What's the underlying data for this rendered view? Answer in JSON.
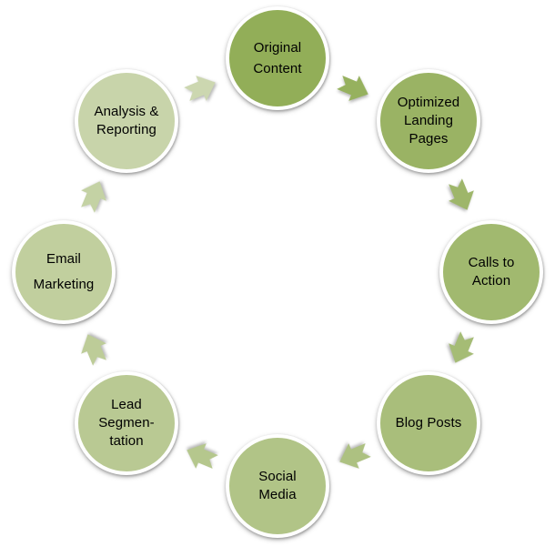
{
  "cycle": {
    "background_color": "#FFFFFF",
    "text_color": "#000000",
    "nodes": [
      {
        "id": "original-content",
        "label": "Original\nContent",
        "color": "#92AE58"
      },
      {
        "id": "optimized-landing-pages",
        "label": "Optimized\nLanding\nPages",
        "color": "#9AB364"
      },
      {
        "id": "calls-to-action",
        "label": "Calls to\nAction",
        "color": "#A1B96F"
      },
      {
        "id": "blog-posts",
        "label": "Blog Posts",
        "color": "#A9BE7B"
      },
      {
        "id": "social-media",
        "label": "Social\nMedia",
        "color": "#B1C487"
      },
      {
        "id": "lead-segmentation",
        "label": "Lead\nSegmen-\ntation",
        "color": "#B9C993"
      },
      {
        "id": "email-marketing",
        "label": "Email\nMarketing",
        "color": "#C1CF9E"
      },
      {
        "id": "analysis-reporting",
        "label": "Analysis &\nReporting",
        "color": "#C8D4AA"
      }
    ],
    "arrows": [
      {
        "id": "arrow-1",
        "from": "original-content",
        "to": "optimized-landing-pages",
        "color": "#96B15E"
      },
      {
        "id": "arrow-2",
        "from": "optimized-landing-pages",
        "to": "calls-to-action",
        "color": "#9EB66A"
      },
      {
        "id": "arrow-3",
        "from": "calls-to-action",
        "to": "blog-posts",
        "color": "#A5BC75"
      },
      {
        "id": "arrow-4",
        "from": "blog-posts",
        "to": "social-media",
        "color": "#ADC181"
      },
      {
        "id": "arrow-5",
        "from": "social-media",
        "to": "lead-segmentation",
        "color": "#B5C78D"
      },
      {
        "id": "arrow-6",
        "from": "lead-segmentation",
        "to": "email-marketing",
        "color": "#BDCC98"
      },
      {
        "id": "arrow-7",
        "from": "email-marketing",
        "to": "analysis-reporting",
        "color": "#C4D2A4"
      },
      {
        "id": "arrow-8",
        "from": "analysis-reporting",
        "to": "original-content",
        "color": "#CCD7B0"
      }
    ]
  }
}
